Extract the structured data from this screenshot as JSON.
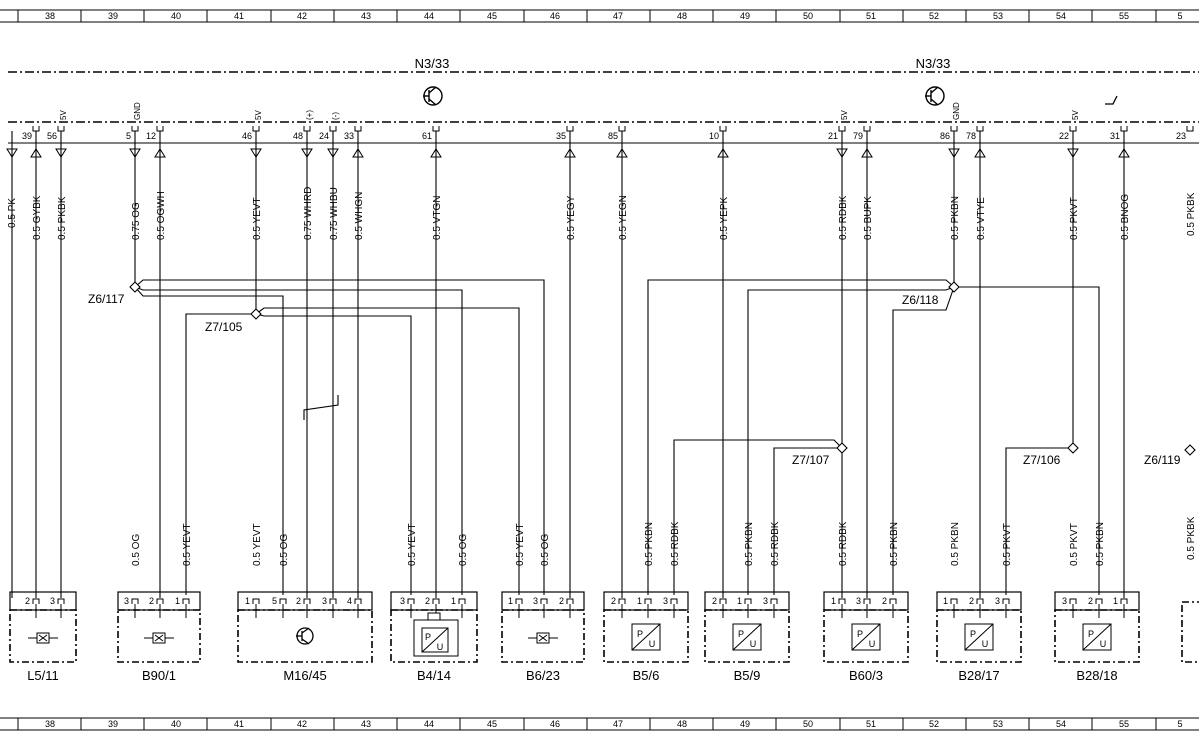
{
  "grid_top": [
    "38",
    "39",
    "40",
    "41",
    "42",
    "43",
    "44",
    "45",
    "46",
    "47",
    "48",
    "49",
    "50",
    "51",
    "52",
    "53",
    "54",
    "55",
    "5"
  ],
  "grid_bottom": [
    "38",
    "39",
    "40",
    "41",
    "42",
    "43",
    "44",
    "45",
    "46",
    "47",
    "48",
    "49",
    "50",
    "51",
    "52",
    "53",
    "54",
    "55",
    "5"
  ],
  "module_labels": [
    "N3/33",
    "N3/33"
  ],
  "pins": [
    {
      "num": "39",
      "sig": "",
      "wire": "0.5 GYBK"
    },
    {
      "num": "56",
      "sig": "5V",
      "wire": "0.5 PKBK"
    },
    {
      "num": "5",
      "sig": "GND",
      "wire": "0.75 OG"
    },
    {
      "num": "12",
      "sig": "",
      "wire": "0.5 OGWH"
    },
    {
      "num": "46",
      "sig": "5V",
      "wire": "0.5 YEVT"
    },
    {
      "num": "48",
      "sig": "(+)",
      "wire": "0.75 WHRD"
    },
    {
      "num": "24",
      "sig": "(-)",
      "wire": "0.75 WHBU"
    },
    {
      "num": "33",
      "sig": "",
      "wire": "0.5 WHGN"
    },
    {
      "num": "61",
      "sig": "",
      "wire": "0.5 VTGN"
    },
    {
      "num": "35",
      "sig": "",
      "wire": "0.5 YEGY"
    },
    {
      "num": "85",
      "sig": "",
      "wire": "0.5 YEGN"
    },
    {
      "num": "10",
      "sig": "",
      "wire": "0.5 YEPK"
    },
    {
      "num": "21",
      "sig": "5V",
      "wire": "0.5 RDBK"
    },
    {
      "num": "79",
      "sig": "",
      "wire": "0.5 BUPK"
    },
    {
      "num": "86",
      "sig": "GND",
      "wire": "0.5 PKBN"
    },
    {
      "num": "78",
      "sig": "",
      "wire": "0.5 VTYE"
    },
    {
      "num": "22",
      "sig": "5V",
      "wire": "0.5 PKVT"
    },
    {
      "num": "31",
      "sig": "",
      "wire": "0.5 BNOG"
    },
    {
      "num": "23",
      "sig": "",
      "wire": ""
    }
  ],
  "splices": [
    "Z6/117",
    "Z7/105",
    "Z6/118",
    "Z7/107",
    "Z7/106",
    "Z6/119"
  ],
  "lower_wires": [
    "0.5 OG",
    "0.5 YEVT",
    "0.5 YEVT",
    "0.5 OG",
    "0.5 YEVT",
    "0.5 OG",
    "0.5 YEVT",
    "0.5 OG",
    "0.5 PKBN",
    "0.5 RDBK",
    "0.5 PKBN",
    "0.5 RDBK",
    "0.5 RDBK",
    "0.5 PKBN",
    "0.5 PKBN",
    "0.5 PKVT",
    "0.5 PKVT",
    "0.5 PKBN"
  ],
  "components": [
    {
      "name": "L5/11",
      "pins": [
        "2",
        "3"
      ]
    },
    {
      "name": "B90/1",
      "pins": [
        "3",
        "2",
        "1"
      ]
    },
    {
      "name": "M16/45",
      "pins": [
        "1",
        "5",
        "2",
        "3",
        "4"
      ]
    },
    {
      "name": "B4/14",
      "pins": [
        "3",
        "2",
        "1"
      ]
    },
    {
      "name": "B6/23",
      "pins": [
        "1",
        "3",
        "2"
      ]
    },
    {
      "name": "B5/6",
      "pins": [
        "2",
        "1",
        "3"
      ]
    },
    {
      "name": "B5/9",
      "pins": [
        "2",
        "1",
        "3"
      ]
    },
    {
      "name": "B60/3",
      "pins": [
        "1",
        "3",
        "2"
      ]
    },
    {
      "name": "B28/17",
      "pins": [
        "1",
        "2",
        "3"
      ]
    },
    {
      "name": "B28/18",
      "pins": [
        "3",
        "2",
        "1"
      ]
    }
  ],
  "sensor_glyph": [
    "P",
    "U"
  ],
  "partial_texts": [
    "0.5 PK",
    "0.5 PKBK"
  ]
}
